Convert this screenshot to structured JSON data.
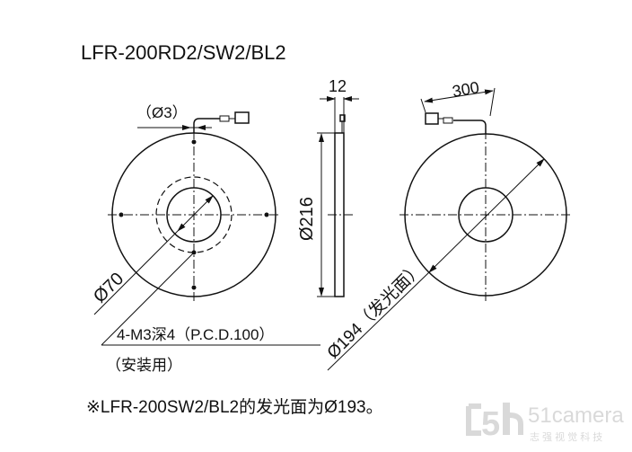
{
  "title": "LFR-200RD2/SW2/BL2",
  "dimensions": {
    "cable_diameter": "（Ø3）",
    "thickness": "12",
    "outer_diameter": "Ø216",
    "cable_length": "300",
    "inner_diameter": "Ø70",
    "mounting_holes": "4-M3深4（P.C.D.100）",
    "mounting_note": "（安装用）",
    "emitting_diameter": "Ø194（发光面）"
  },
  "footnote": "※LFR-200SW2/BL2的发光面为Ø193。",
  "watermark": {
    "brand": "51camera",
    "subtitle": "志 强 视 觉 科 技"
  }
}
